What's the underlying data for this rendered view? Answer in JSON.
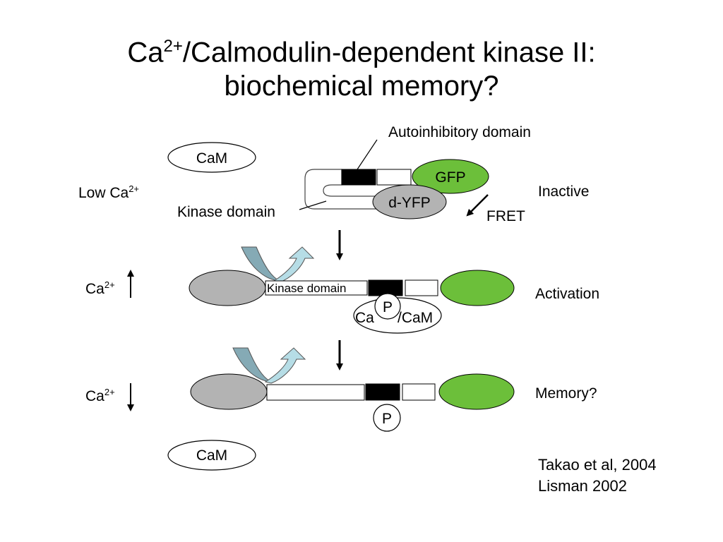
{
  "title": {
    "line1_before": "Ca",
    "line1_sup": "2+",
    "line1_after": "/Calmodulin-dependent kinase II:",
    "line2": "biochemical memory?"
  },
  "row_labels": {
    "low": {
      "base": "Low Ca",
      "sup": "2+"
    },
    "up": {
      "base": "Ca",
      "sup": "2+"
    },
    "down": {
      "base": "Ca",
      "sup": "2+"
    }
  },
  "states": {
    "inactive": "Inactive",
    "activation": "Activation",
    "memory": "Memory?"
  },
  "labels": {
    "autoinhibitory": "Autoinhibitory domain",
    "kinase_domain": "Kinase domain",
    "kinase_domain_box": "Kinase domain",
    "gfp": "GFP",
    "dyfp": "d-YFP",
    "fret": "FRET",
    "cam_top": "CaM",
    "cam_bottom": "CaM",
    "ca_cam": "Ca",
    "ca_cam_after": "/CaM",
    "p_mid": "P",
    "p_bottom": "P"
  },
  "references": [
    "Takao et al, 2004",
    "Lisman 2002"
  ],
  "colors": {
    "gfp_green": "#6cbf3a",
    "yfp_gray": "#b3b3b3",
    "arrow_dark": "#85aab5",
    "arrow_light": "#b6dde6",
    "black": "#000000"
  }
}
